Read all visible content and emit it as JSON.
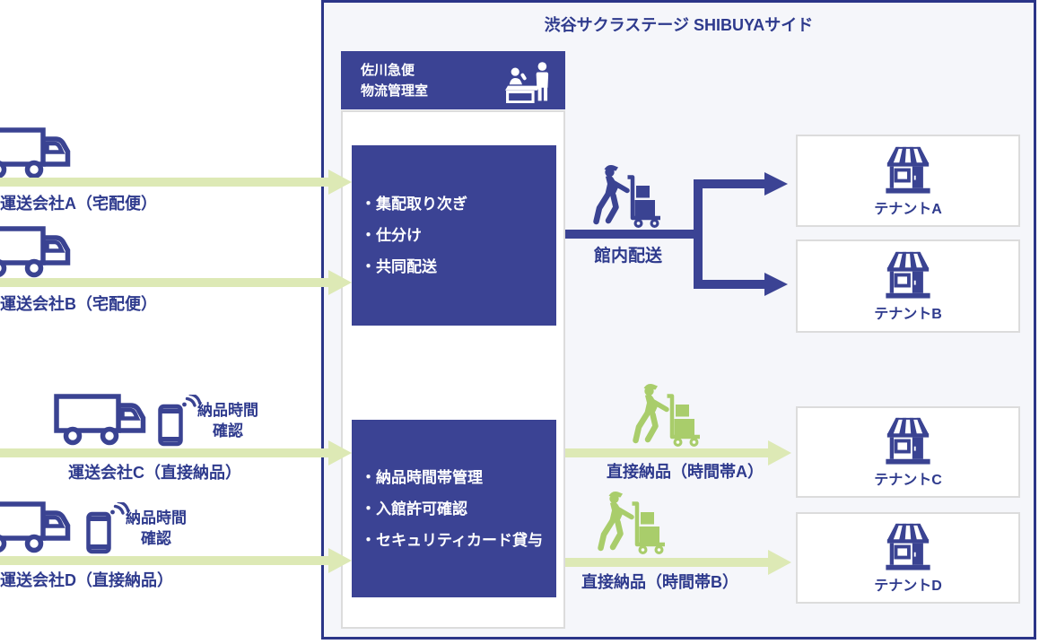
{
  "title": "渋谷サクラステージ SHIBUYAサイド",
  "office": {
    "name_line1": "佐川急便",
    "name_line2": "物流管理室",
    "parcel_services": [
      "・集配取り次ぎ",
      "・仕分け",
      "・共同配送"
    ],
    "direct_services": [
      "・納品時間帯管理",
      "・入館許可確認",
      "・セキュリティカード貸与"
    ]
  },
  "carriers": {
    "a": {
      "label": "運送会社A（宅配便）"
    },
    "b": {
      "label": "運送会社B（宅配便）"
    },
    "c": {
      "label": "運送会社C（直接納品）",
      "note_line1": "納品時間",
      "note_line2": "確認"
    },
    "d": {
      "label": "運送会社D（直接納品）",
      "note_line1": "納品時間",
      "note_line2": "確認"
    }
  },
  "flows": {
    "internal_label": "館内配送",
    "direct_a_label": "直接納品（時間帯A）",
    "direct_b_label": "直接納品（時間帯B）"
  },
  "tenants": {
    "a": {
      "label": "テナントA"
    },
    "b": {
      "label": "テナントB"
    },
    "c": {
      "label": "テナントC"
    },
    "d": {
      "label": "テナントD"
    }
  },
  "icons": {
    "reception": "reception-counter-icon",
    "truck": "delivery-truck-icon",
    "phone": "smartphone-signal-icon",
    "porter": "porter-hand-truck-icon",
    "storefront": "storefront-icon"
  },
  "colors": {
    "navy": "#3b4394",
    "navy_text": "#2e3a8d",
    "navy_border": "#2b3588",
    "green_light": "#dde9b5",
    "green_mid": "#a9cd6b",
    "container_bg": "#f5f6fa",
    "box_border": "#dcdcdc"
  }
}
